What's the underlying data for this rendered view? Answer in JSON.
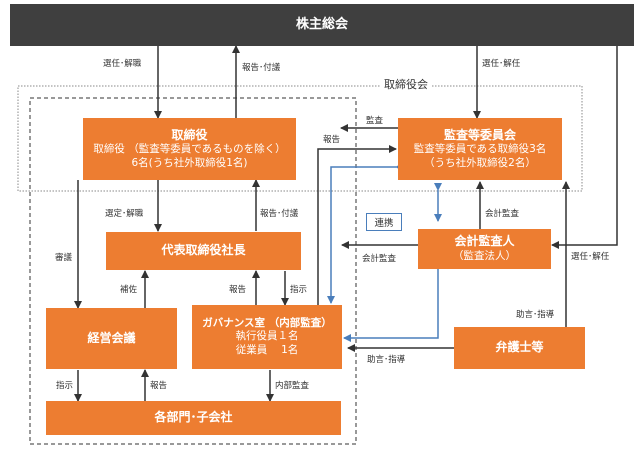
{
  "nodes": {
    "shareholders": {
      "title": "株主総会"
    },
    "board": {
      "title": "取締役",
      "line1": "取締役 （監査等委員であるものを除く）",
      "line2": "6名(うち社外取締役1名)"
    },
    "audit_committee": {
      "title": "監査等委員会",
      "line1": "監査等委員である取締役3名",
      "line2": "（うち社外取締役2名）"
    },
    "president": {
      "title": "代表取締役社長"
    },
    "accounting_auditor": {
      "title": "会計監査人",
      "line1": "（監査法人）"
    },
    "management_council": {
      "title": "経営会議"
    },
    "governance_office": {
      "title": "ガバナンス室 （内部監査）",
      "line1": "執行役員１名",
      "line2": "従業員　 1名"
    },
    "lawyer": {
      "title": "弁護士等"
    },
    "departments": {
      "title": "各部門･子会社"
    }
  },
  "frame": {
    "board_meeting_label": "取締役会"
  },
  "badge": {
    "renkei": "連携"
  },
  "edge_labels": {
    "elect_dismiss_left": "選任･解職",
    "report_propose_top": "報告･付議",
    "elect_dismiss_right": "選任･解任",
    "audit": "監査",
    "report_gov_to_audit": "報告",
    "select_dismiss": "選定･解職",
    "report_propose_president": "報告･付議",
    "accounting_audit_up": "会計監査",
    "deliberation": "審議",
    "assist": "補佐",
    "report_gov_to_president": "報告",
    "instruct_to_gov": "指示",
    "accounting_audit_left": "会計監査",
    "elect_dismiss_auditor": "選任･解任",
    "advice_lawyer_up": "助言･指導",
    "advice_lawyer_left": "助言･指導",
    "instruct_to_depts": "指示",
    "report_depts": "報告",
    "internal_audit": "内部監査"
  },
  "colors": {
    "node_fill": "#ED7D31",
    "top_fill": "#3F3F3F",
    "line": "#333333",
    "link_blue": "#4A7EBB"
  }
}
